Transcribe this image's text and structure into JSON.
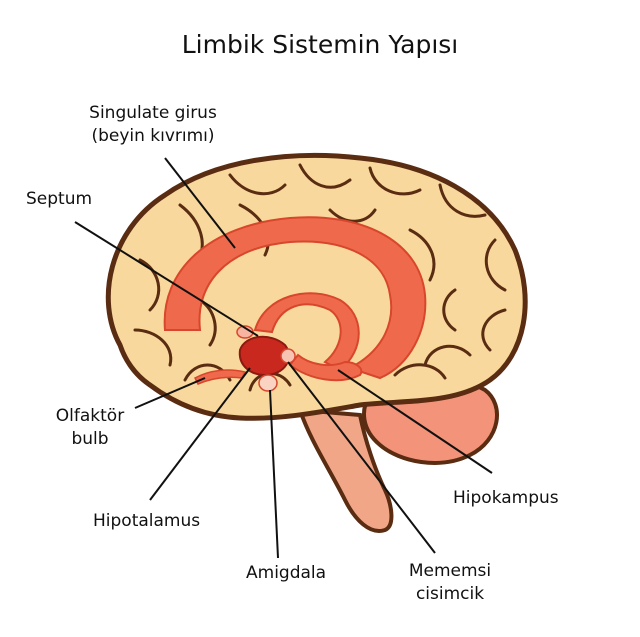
{
  "title": "Limbik Sistemin Yapısı",
  "labels": {
    "cingulate": [
      "Singulate girus",
      "(beyin kıvrımı)"
    ],
    "septum": [
      "Septum"
    ],
    "olfactory": [
      "Olfaktör",
      "bulb"
    ],
    "hypothalamus": [
      "Hipotalamus"
    ],
    "amygdala": [
      "Amigdala"
    ],
    "mammillary": [
      "Mememsi",
      "cisimcik"
    ],
    "hippocampus": [
      "Hipokampus"
    ]
  },
  "colors": {
    "brain_fill": "#f8d89c",
    "brain_outline": "#5a2c12",
    "limbic": "#ef6a4d",
    "limbic_dark": "#d8462c",
    "cerebellum": "#f3937a",
    "stem": "#f1a688",
    "leader": "#111111"
  }
}
